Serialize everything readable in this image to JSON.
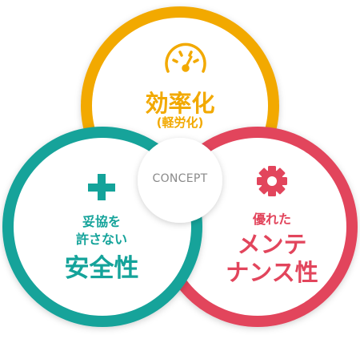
{
  "center": {
    "label": "CONCEPT"
  },
  "circles": {
    "top": {
      "title": "効率化",
      "subtitle": "(軽労化)",
      "icon": "gauge-icon",
      "color": "#F2A900"
    },
    "left": {
      "small_line_1": "妥協を",
      "small_line_2": "許さない",
      "title": "安全性",
      "icon": "plus-icon",
      "color": "#14A39A"
    },
    "right": {
      "small_line": "優れた",
      "title_line_1": "メンテ",
      "title_line_2": "ナンス性",
      "icon": "gear-icon",
      "color": "#E2455C"
    }
  },
  "colors": {
    "center_text": "#8A8A8A"
  }
}
